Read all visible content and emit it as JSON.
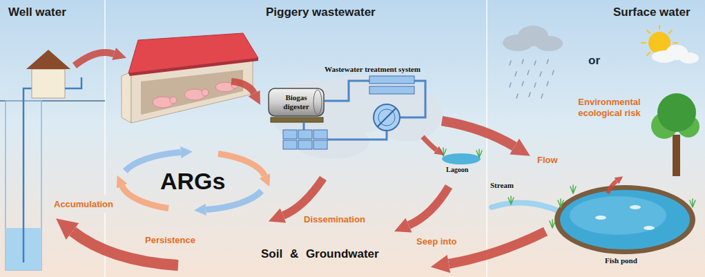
{
  "diagram": {
    "nodes": [
      {
        "text": [
          "Well water"
        ]
      },
      {
        "text": [
          "Piggery wastewater"
        ]
      },
      {
        "text": [
          "Surface water"
        ]
      },
      {
        "text": [
          "Biogas digester"
        ],
        "in": 1
      }
    ],
    "labels": [
      "Wastewater treatment system",
      "Lagoon",
      "or",
      "Environmental ecological risk",
      "Flow",
      "Stream",
      "Fish pond",
      "ARGs",
      "Accumulation",
      "Persistence",
      "Dissemination",
      "Seep into",
      "Soil & Groundwater"
    ]
  }
}
